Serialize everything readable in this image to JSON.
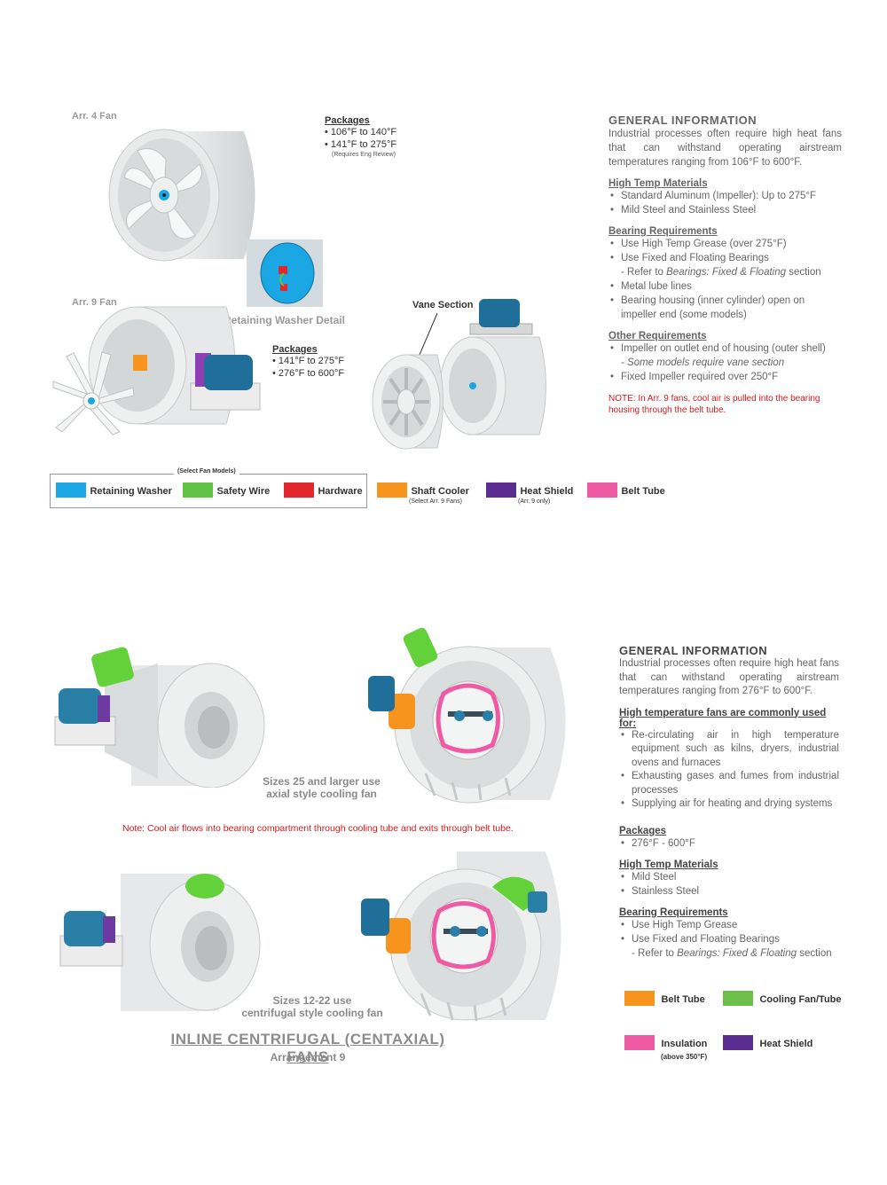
{
  "top": {
    "arr4_label": "Arr. 4 Fan",
    "arr9_label": "Arr. 9 Fan",
    "retaining_washer_detail": "Retaining Washer Detail",
    "vane_section": "Vane Section",
    "packages_a": {
      "title": "Packages",
      "items": [
        "106°F to 140°F",
        "141°F to 275°F"
      ],
      "note": "(Requires Eng Review)"
    },
    "packages_b": {
      "title": "Packages",
      "items": [
        "141°F to 275°F",
        "276°F to 600°F"
      ]
    },
    "info": {
      "heading": "GENERAL INFORMATION",
      "intro": "Industrial processes often require high heat fans that can withstand operating airstream temperatures ranging from 106°F to 600°F.",
      "high_temp_materials": {
        "title": "High Temp Materials",
        "items": [
          "Standard Aluminum (Impeller): Up to 275°F",
          "Mild Steel and Stainless Steel"
        ]
      },
      "bearing_requirements": {
        "title": "Bearing Requirements",
        "item1": "Use High Temp Grease (over 275°F)",
        "item2": "Use Fixed and Floating Bearings",
        "refer_prefix": "- Refer to ",
        "refer_italic": "Bearings: Fixed & Floating",
        "refer_suffix": " section",
        "item3": "Metal lube lines",
        "item4": "Bearing housing (inner cylinder) open on impeller end (some models)"
      },
      "other_requirements": {
        "title": "Other Requirements",
        "item1": "Impeller on outlet end of housing (outer shell)",
        "item1_note": "- Some models require vane section",
        "item2": "Fixed Impeller required over 250°F"
      },
      "note": "NOTE: In Arr. 9 fans, cool air is pulled into the bearing housing through the belt tube."
    },
    "legend": {
      "group_title": "(Select Fan Models)",
      "items": [
        {
          "label": "Retaining Washer",
          "color": "#1aa7e4",
          "sub": ""
        },
        {
          "label": "Safety Wire",
          "color": "#5fc244",
          "sub": ""
        },
        {
          "label": "Hardware",
          "color": "#e1262d",
          "sub": ""
        },
        {
          "label": "Shaft Cooler",
          "color": "#f7941d",
          "sub": "(Select Arr. 9 Fans)"
        },
        {
          "label": "Heat Shield",
          "color": "#5b2d90",
          "sub": "(Arr. 9 only)"
        },
        {
          "label": "Belt Tube",
          "color": "#ee5ba4",
          "sub": ""
        }
      ]
    }
  },
  "bottom": {
    "caption_axial_1": "Sizes 25 and larger use",
    "caption_axial_2": "axial style cooling fan",
    "caption_centrif_1": "Sizes 12-22 use",
    "caption_centrif_2": "centrifugal style cooling fan",
    "red_note": "Note: Cool air flows into bearing compartment through cooling tube and exits through belt tube.",
    "title": "INLINE CENTRIFUGAL (CENTAXIAL) FANS",
    "subtitle": "Arrangement 9",
    "info": {
      "heading": "GENERAL INFORMATION",
      "intro": "Industrial processes often require high heat fans that can withstand operating airstream temperatures ranging from 276°F to 600°F.",
      "uses": {
        "title": "High temperature fans are commonly used for:",
        "items": [
          "Re-circulating air in high temperature equipment such as kilns, dryers, industrial ovens and furnaces",
          "Exhausting gases and fumes from industrial processes",
          "Supplying air for heating and drying systems"
        ]
      },
      "packages": {
        "title": "Packages",
        "items": [
          "276°F - 600°F"
        ]
      },
      "high_temp_materials": {
        "title": "High Temp Materials",
        "items": [
          "Mild Steel",
          "Stainless Steel"
        ]
      },
      "bearing_requirements": {
        "title": "Bearing Requirements",
        "item1": "Use High Temp Grease",
        "item2": "Use Fixed and Floating Bearings",
        "refer_prefix": "- Refer to ",
        "refer_italic": "Bearings: Fixed & Floating",
        "refer_suffix": " section"
      }
    },
    "legend": [
      {
        "label": "Belt Tube",
        "color": "#f7941d",
        "sub": ""
      },
      {
        "label": "Cooling Fan/Tube",
        "color": "#6cc04a",
        "sub": ""
      },
      {
        "label": "Insulation",
        "color": "#ee5ba4",
        "sub": "(above 350°F)"
      },
      {
        "label": "Heat Shield",
        "color": "#5b2d90",
        "sub": ""
      }
    ]
  }
}
